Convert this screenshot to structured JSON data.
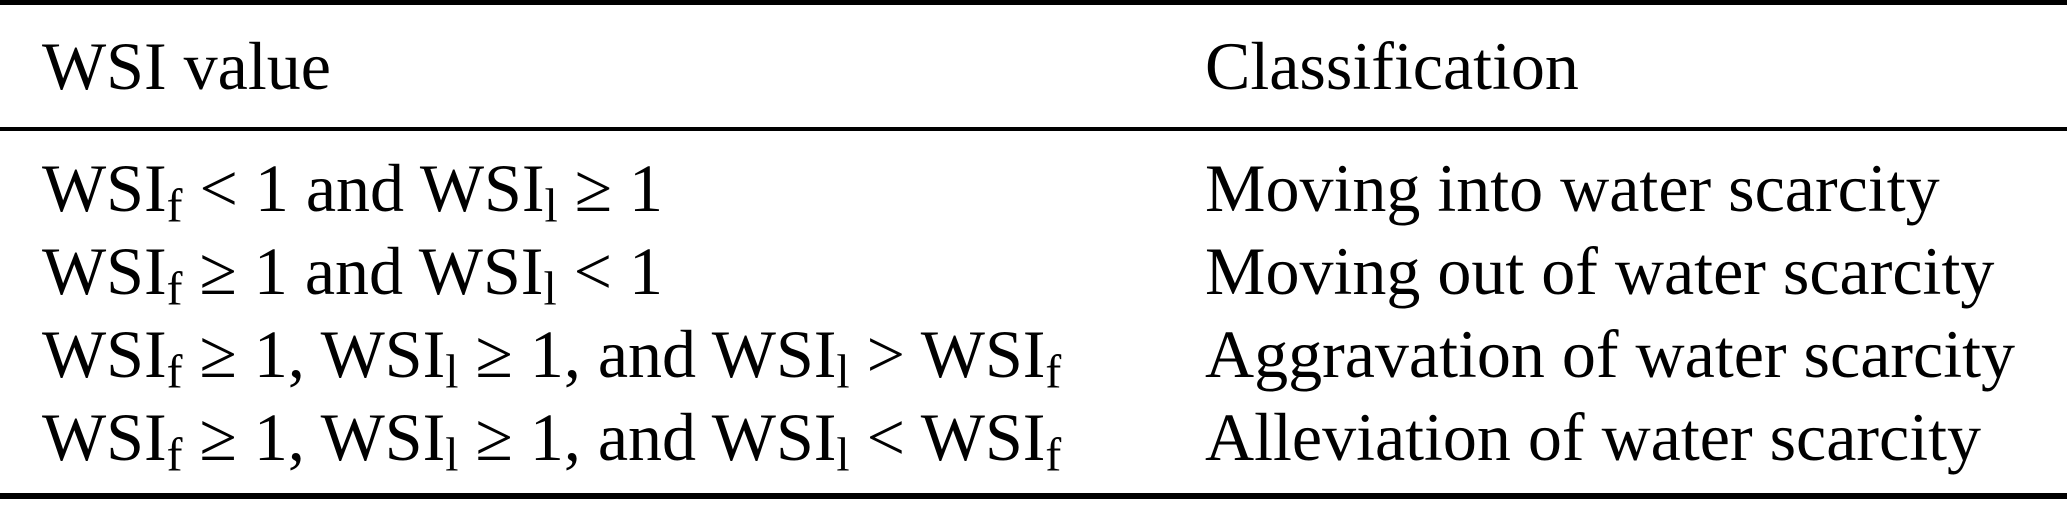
{
  "table": {
    "header": {
      "wsi_value_label": "WSI value",
      "classification_label": "Classification"
    },
    "rows": [
      {
        "wsi_value": "WSI_f < 1 and WSI_l ≥ 1",
        "classification": "Moving into water scarcity"
      },
      {
        "wsi_value": "WSI_f ≥ 1 and WSI_l < 1",
        "classification": "Moving out of water scarcity"
      },
      {
        "wsi_value": "WSI_f ≥ 1, WSI_l ≥ 1, and WSI_l > WSI_f",
        "classification": "Aggravation of water scarcity"
      },
      {
        "wsi_value": "WSI_f ≥ 1, WSI_l ≥ 1, and WSI_l < WSI_f",
        "classification": "Alleviation of water scarcity"
      }
    ],
    "colors": {
      "text": "#000000",
      "background": "#ffffff",
      "rule": "#000000"
    }
  }
}
